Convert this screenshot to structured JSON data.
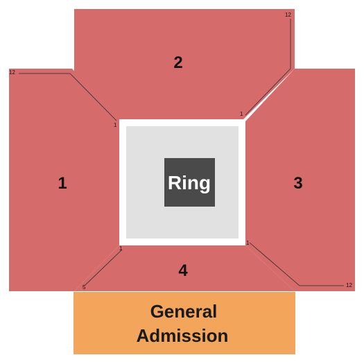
{
  "colors": {
    "section": "#d66b6c",
    "general_admission": "#f3a55b",
    "ring_border": "#ffffff",
    "ring_floor": "#e1e1e1",
    "ring_label_bg": "#4a4a4a"
  },
  "sections": {
    "s1": {
      "label": "1",
      "row_start": "1",
      "row_end": "12"
    },
    "s2": {
      "label": "2"
    },
    "s3": {
      "label": "3",
      "row_start": "1",
      "row_end": "12"
    },
    "s4": {
      "label": "4",
      "row_start": "1",
      "row_end": "5"
    }
  },
  "stage": {
    "label": "Ring"
  },
  "general_admission": {
    "line1": "General",
    "line2": "Admission"
  }
}
